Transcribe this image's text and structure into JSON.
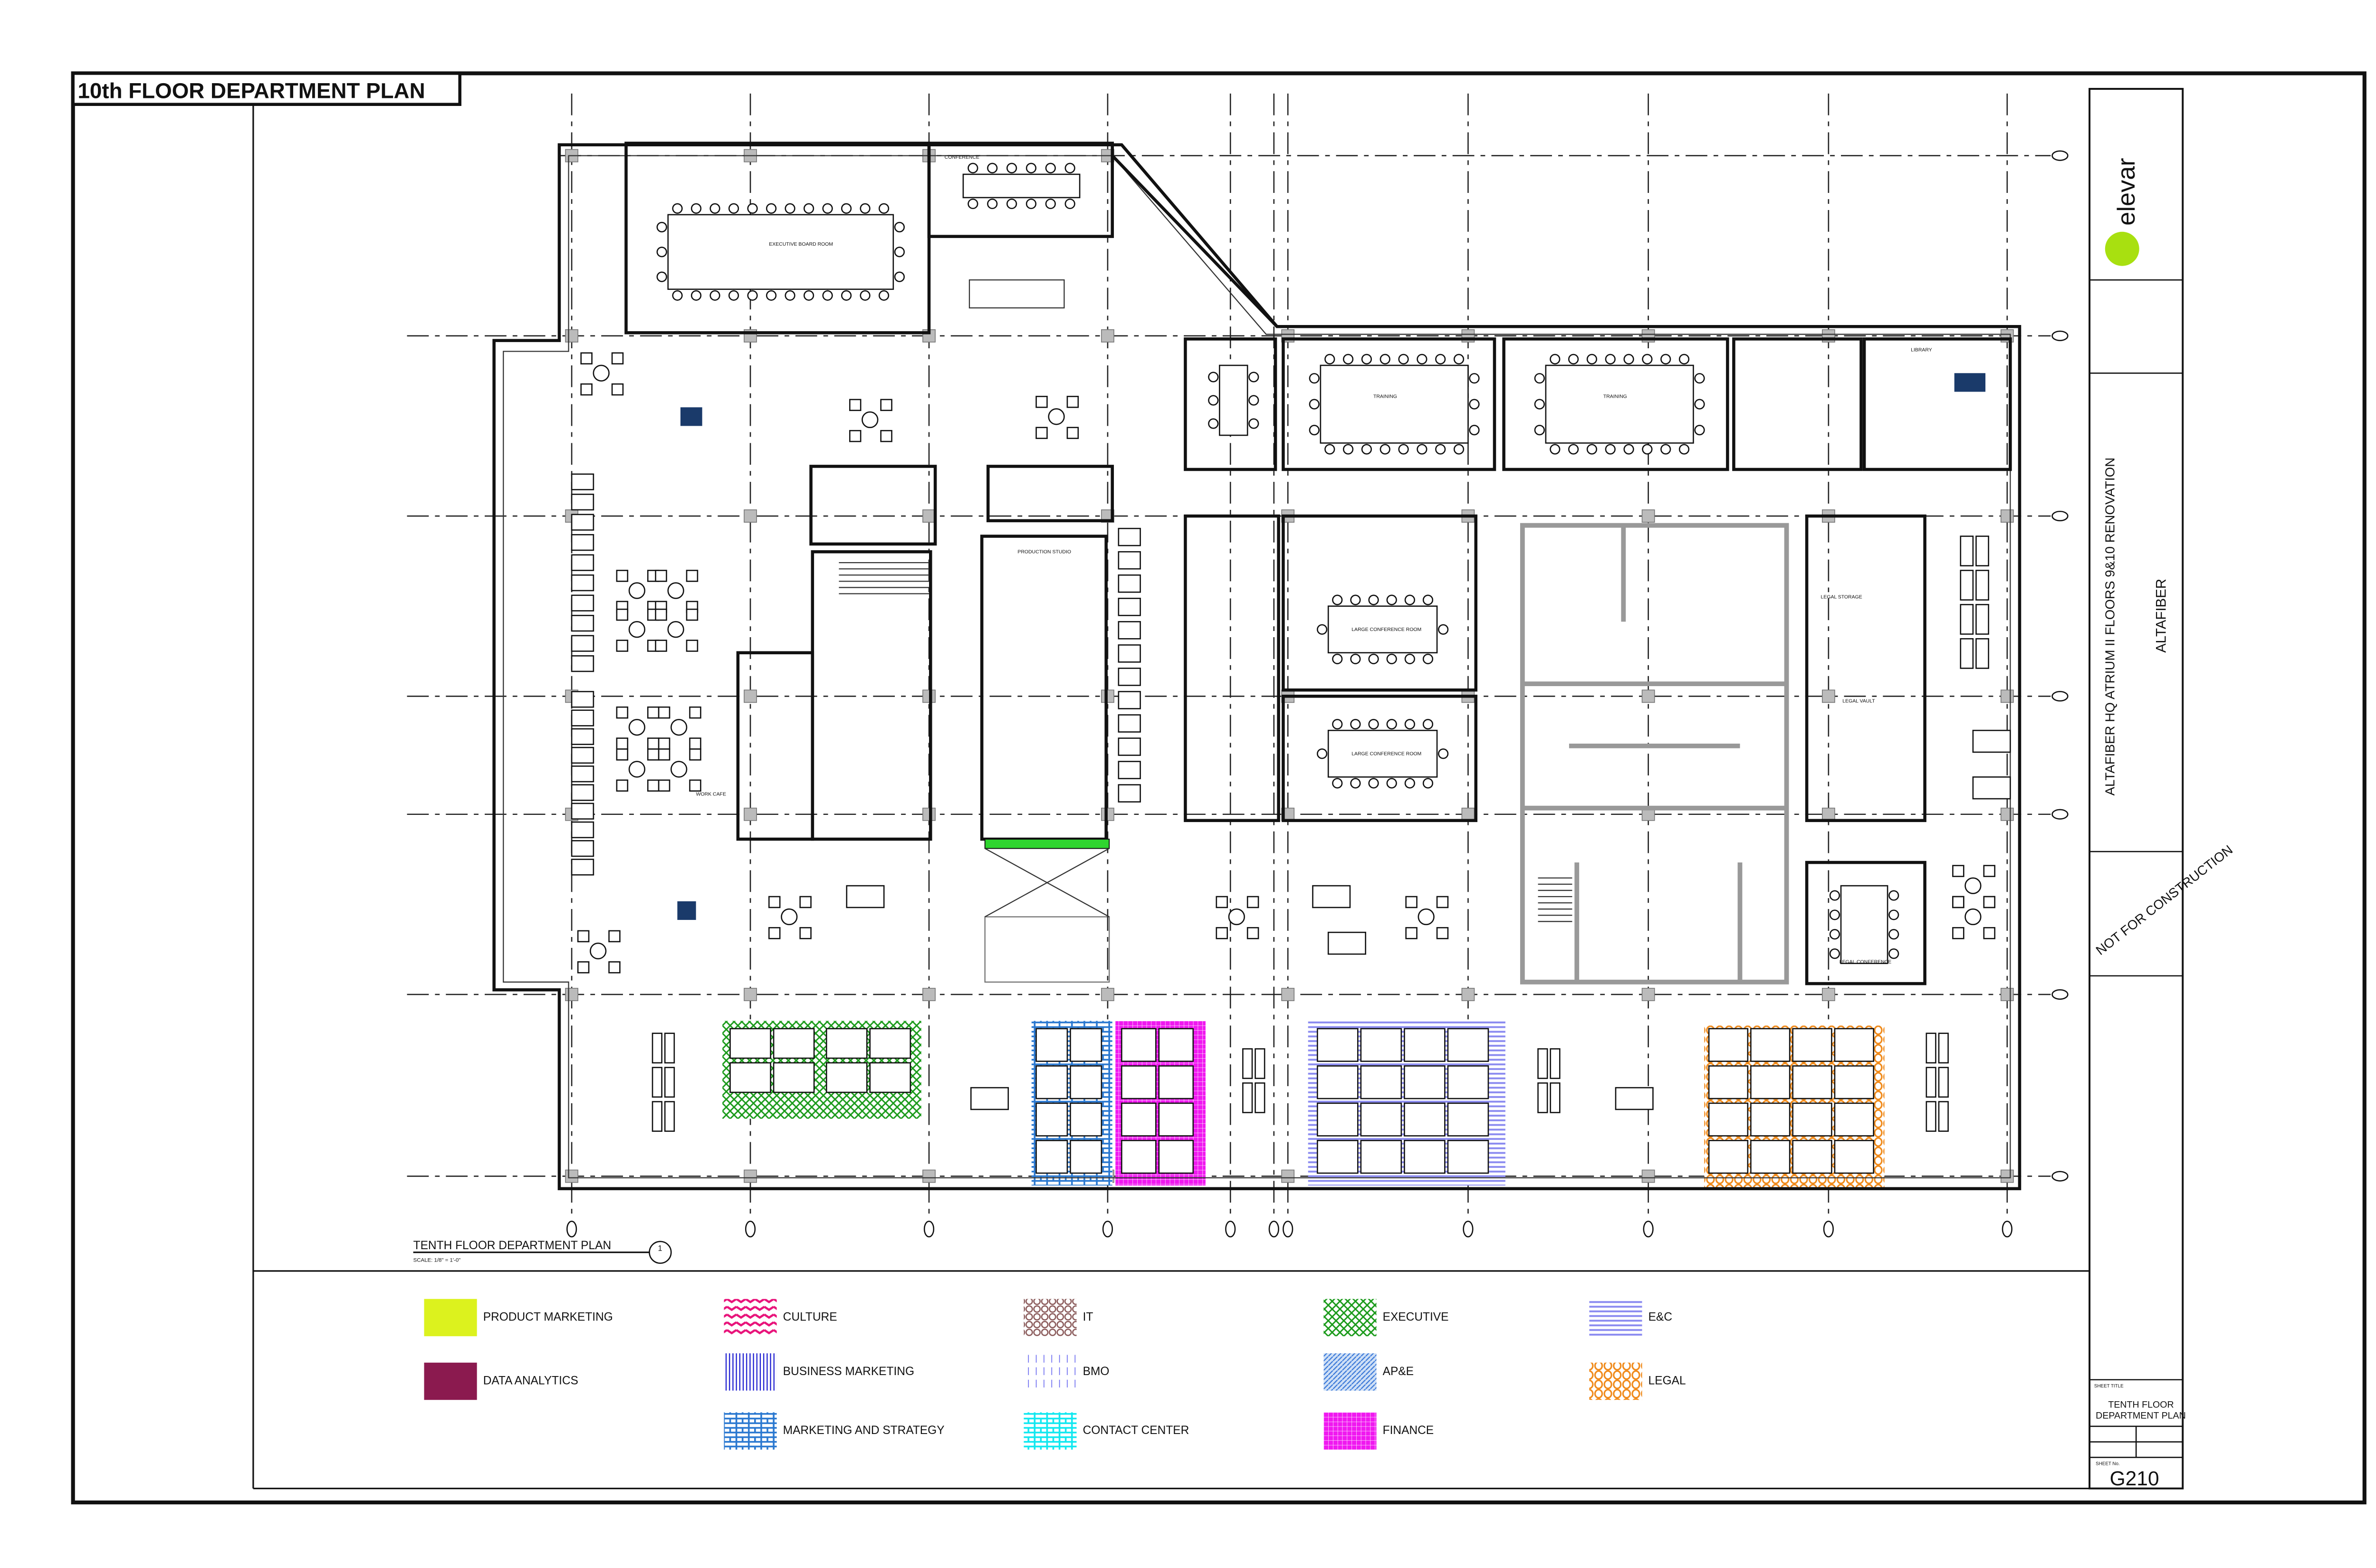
{
  "sheet": {
    "title_tag": "10th FLOOR DEPARTMENT PLAN",
    "drawing_title": "TENTH FLOOR DEPARTMENT PLAN",
    "drawing_scale": "SCALE: 1/8\" = 1'-0\"",
    "detail_number": "1"
  },
  "title_block": {
    "firm_logo_text": "elevar",
    "project_name": "ALTAFIBER HQ ATRIUM II FLOORS 9&10 RENOVATION",
    "client_name": "ALTAFIBER",
    "stamp": "NOT FOR CONSTRUCTION",
    "sheet_title_label": "SHEET TITLE",
    "sheet_title": [
      "TENTH FLOOR",
      "DEPARTMENT PLAN"
    ],
    "sheet_number_label": "SHEET No.",
    "sheet_number": "G210"
  },
  "rooms": {
    "training_1": "TRAINING",
    "training_2": "TRAINING",
    "library": "LIBRARY",
    "executive_board": "EXECUTIVE BOARD ROOM",
    "conference": "CONFERENCE",
    "large_conf_1": "LARGE CONFERENCE ROOM",
    "large_conf_2": "LARGE CONFERENCE ROOM",
    "production_studio": "PRODUCTION STUDIO",
    "legal_storage": "LEGAL STORAGE",
    "legal_vault": "LEGAL VAULT",
    "legal_conference": "LEGAL CONFERENCE",
    "work_cafe": "WORK CAFE"
  },
  "legend": {
    "items": [
      {
        "label": "PRODUCT MARKETING",
        "color": "#dcf21e",
        "pattern": "solid"
      },
      {
        "label": "DATA ANALYTICS",
        "color": "#8b1a4f",
        "pattern": "solid"
      },
      {
        "label": "CULTURE",
        "color": "#e8137a",
        "pattern": "weave"
      },
      {
        "label": "BUSINESS MARKETING",
        "color": "#1a1ad0",
        "pattern": "vlines"
      },
      {
        "label": "MARKETING AND STRATEGY",
        "color": "#2a78d0",
        "pattern": "brick"
      },
      {
        "label": "IT",
        "color": "#8a5a5a",
        "pattern": "scales"
      },
      {
        "label": "BMO",
        "color": "#6a6af0",
        "pattern": "dashes"
      },
      {
        "label": "CONTACT CENTER",
        "color": "#10e8f0",
        "pattern": "brick"
      },
      {
        "label": "EXECUTIVE",
        "color": "#1a9a1a",
        "pattern": "cross"
      },
      {
        "label": "AP&E",
        "color": "#3a78d8",
        "pattern": "diag"
      },
      {
        "label": "FINANCE",
        "color": "#f018f0",
        "pattern": "grid"
      },
      {
        "label": "E&C",
        "color": "#8a8af0",
        "pattern": "hlines"
      },
      {
        "label": "LEGAL",
        "color": "#f08a1a",
        "pattern": "hex"
      }
    ]
  }
}
